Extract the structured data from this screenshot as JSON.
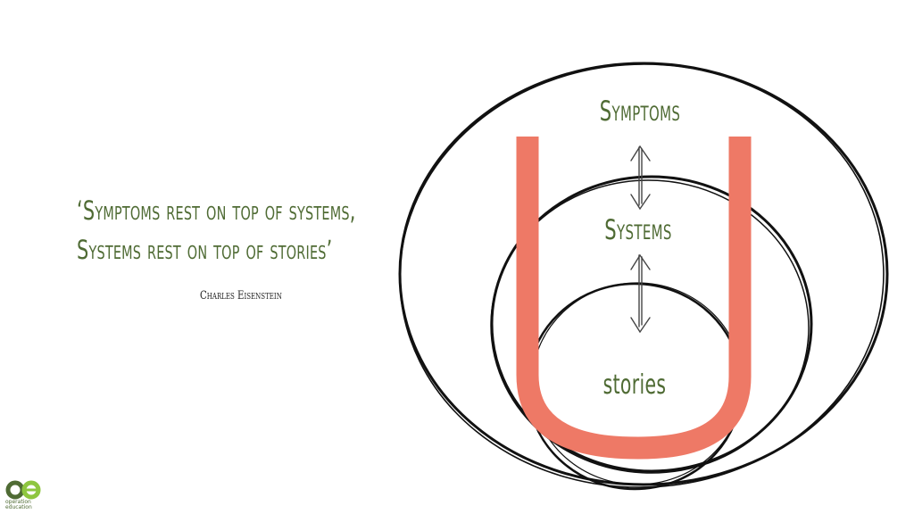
{
  "quote": {
    "line1": "‘Symptoms rest on top of systems,",
    "line2": "Systems rest on top of stories’",
    "author": "Charles Eisenstein"
  },
  "diagram": {
    "labels": {
      "symptoms": "Symptoms",
      "systems": "Systems",
      "stories": "stories"
    },
    "colors": {
      "u_shape": "#ee7966",
      "text": "#4f6b34",
      "circles": "#111111"
    }
  },
  "logo": {
    "mark": "oe",
    "line1": "operation",
    "line2": "education"
  }
}
